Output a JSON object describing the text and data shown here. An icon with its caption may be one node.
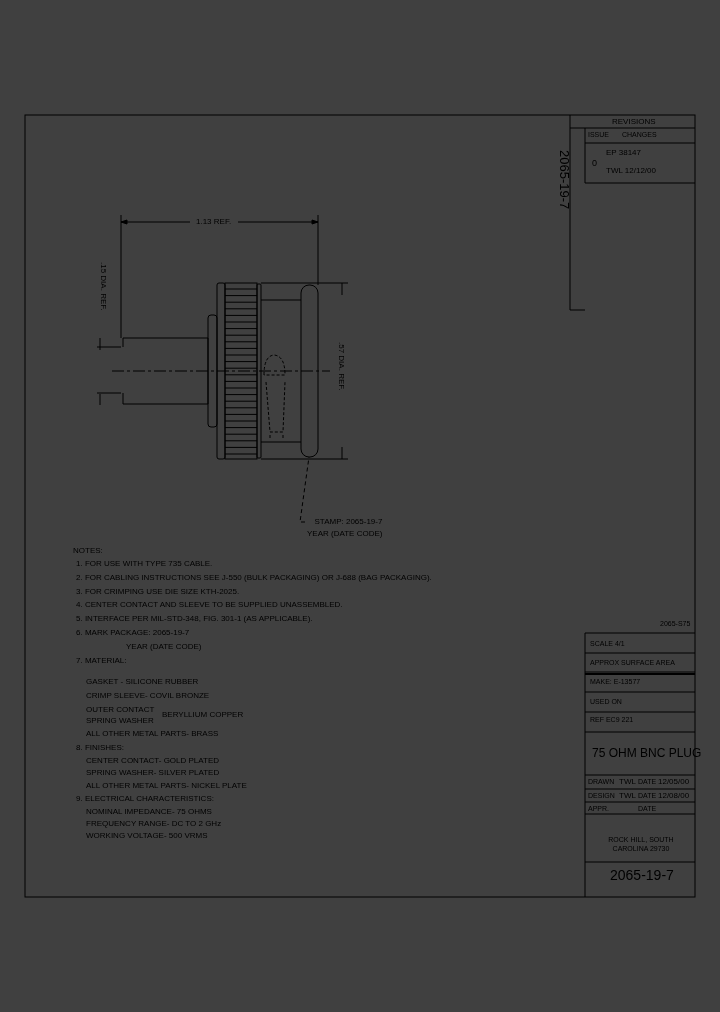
{
  "diagram": {
    "nodes": [
      {
        "text": [
          "STAMP: 2065-19-7",
          "YEAR (DATE CODE)"
        ]
      },
      {
        "text": [],
        "shape": "bar"
      }
    ],
    "edges": [
      {
        "from": 0,
        "to": 1,
        "arrow": "none",
        "style": "dashed"
      }
    ],
    "labels": [
      "1.13 REF.",
      ".15 DIA. REF.",
      ".57 DIA. REF.",
      "REVISIONS",
      "ISSUE",
      "CHANGES",
      "0",
      "EP 38147",
      "TWL 12/12/00",
      "2065-19-7",
      "NOTES:",
      "1. FOR USE WITH TYPE 735 CABLE.",
      "2. FOR CABLING INSTRUCTIONS SEE J-550 (BULK PACKAGING) OR J-688 (BAG PACKAGING).",
      "3. FOR CRIMPING USE DIE SIZE KTH-2025.",
      "4. CENTER CONTACT AND SLEEVE TO BE SUPPLIED UNASSEMBLED.",
      "5. INTERFACE PER MIL-STD-348, FIG. 301-1 (AS APPLICABLE).",
      "6. MARK PACKAGE: 2065-19-7",
      "YEAR (DATE CODE)",
      "7. MATERIAL:",
      "GASKET - SILICONE RUBBER",
      "CRIMP SLEEVE- COVIL BRONZE",
      "OUTER CONTACT",
      "SPRING WASHER",
      "BERYLLIUM COPPER",
      "ALL OTHER METAL PARTS- BRASS",
      "8. FINISHES:",
      "CENTER CONTACT- GOLD PLATED",
      "SPRING WASHER- SILVER PLATED",
      "ALL OTHER METAL PARTS- NICKEL PLATE",
      "9. ELECTRICAL CHARACTERISTICS:",
      "NOMINAL IMPEDANCE- 75 OHMS",
      "FREQUENCY RANGE- DC TO 2 GHz",
      "WORKING VOLTAGE- 500 VRMS",
      "2065-S75",
      "SCALE 4/1",
      "APPROX SURFACE AREA",
      "MAKE: E-13577",
      "USED ON",
      "REF EC9 221",
      "75 OHM BNC PLUG",
      "DRAWN",
      "TWL",
      "DATE",
      "12/05/00",
      "DESIGN",
      "TWL",
      "DATE",
      "12/08/00",
      "APPR.",
      "DATE",
      "ROCK HILL, SOUTH CAROLINA 29730",
      "2065-19-7"
    ]
  }
}
